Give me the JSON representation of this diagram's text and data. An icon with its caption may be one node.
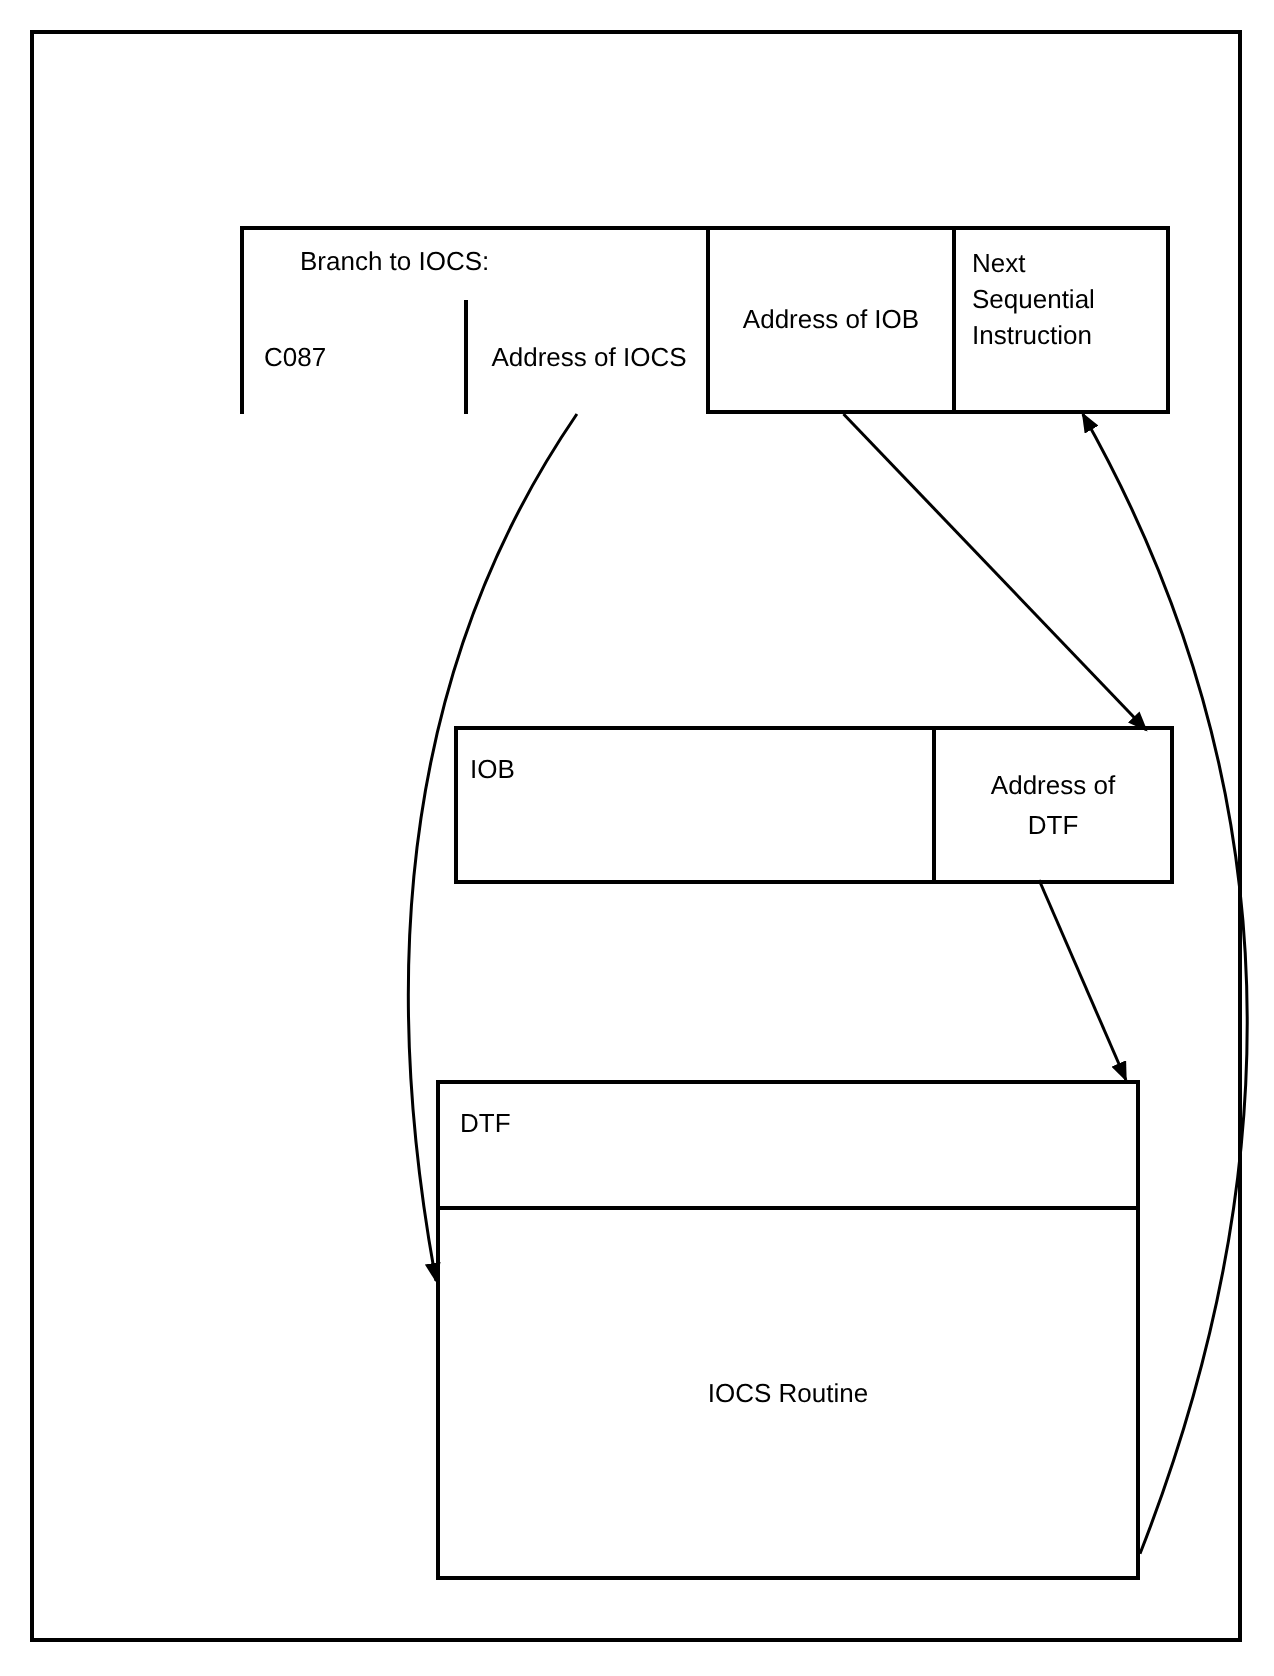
{
  "diagram": {
    "nodes": [
      {
        "text": [
          "Branch to IOCS:"
        ]
      },
      {
        "text": [
          "C087"
        ],
        "in": 0
      },
      {
        "text": [
          "Address of IOCS"
        ],
        "in": 0
      },
      {
        "text": [
          "Address of IOB"
        ]
      },
      {
        "text": [
          "Next Sequential Instruction"
        ]
      },
      {
        "text": [
          "IOB"
        ]
      },
      {
        "text": [
          "Address of DTF"
        ],
        "in": 5
      },
      {
        "text": [
          "DTF"
        ]
      },
      {
        "text": [
          "IOCS Routine"
        ]
      }
    ],
    "edges": [
      {
        "from": 2,
        "to": 8,
        "arrow": "to"
      },
      {
        "from": 3,
        "to": 6,
        "arrow": "to"
      },
      {
        "from": 6,
        "to": 7,
        "arrow": "to"
      },
      {
        "from": 8,
        "to": 4,
        "arrow": "to"
      }
    ]
  }
}
